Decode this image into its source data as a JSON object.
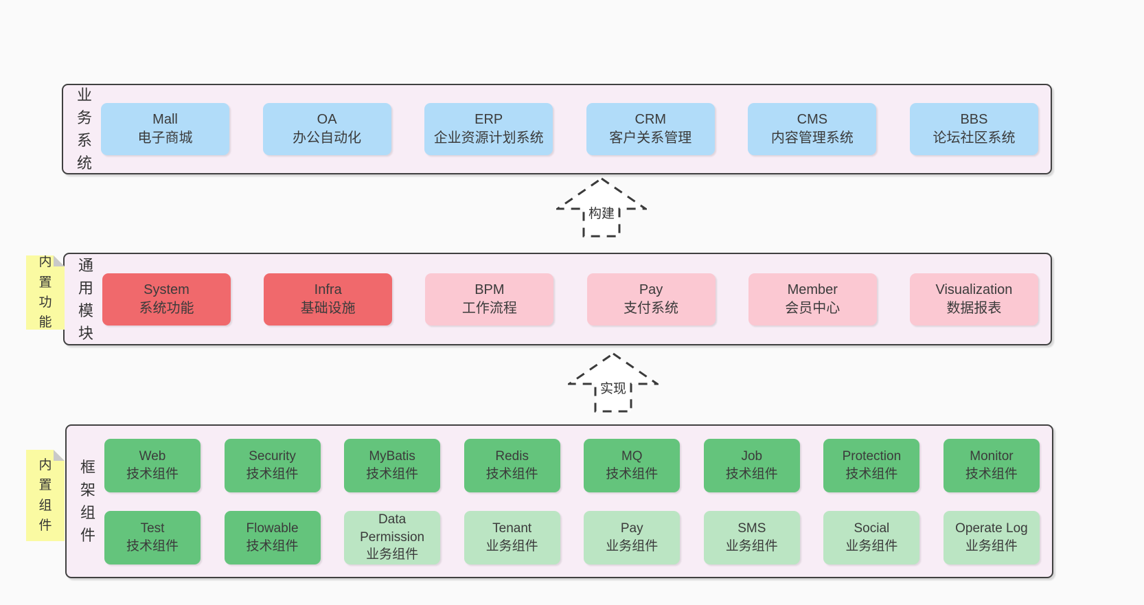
{
  "diagram": {
    "background": "#fafafa",
    "container_fill": "#f8edf6",
    "container_border": "#404040",
    "text_color": "#3b3b3b",
    "palette": {
      "blue": "#b1dcf9",
      "red": "#f0696c",
      "pink": "#fbc8d2",
      "green": "#64c47c",
      "lightgreen": "#bbe5c3",
      "note_yellow": "#fafaa2",
      "note_fold_gray": "#c9c9c9"
    },
    "arrows": [
      {
        "label": "构建"
      },
      {
        "label": "实现"
      }
    ],
    "bands": [
      {
        "label": "业务系统",
        "boxes": [
          {
            "name": "Mall",
            "desc": "电子商城",
            "variant": "blue"
          },
          {
            "name": "OA",
            "desc": "办公自动化",
            "variant": "blue"
          },
          {
            "name": "ERP",
            "desc": "企业资源计划系统",
            "variant": "blue"
          },
          {
            "name": "CRM",
            "desc": "客户关系管理",
            "variant": "blue"
          },
          {
            "name": "CMS",
            "desc": "内容管理系统",
            "variant": "blue"
          },
          {
            "name": "BBS",
            "desc": "论坛社区系统",
            "variant": "blue"
          }
        ]
      },
      {
        "label": "通用模块",
        "note": "内置功能",
        "boxes": [
          {
            "name": "System",
            "desc": "系统功能",
            "variant": "red"
          },
          {
            "name": "Infra",
            "desc": "基础设施",
            "variant": "red"
          },
          {
            "name": "BPM",
            "desc": "工作流程",
            "variant": "pink"
          },
          {
            "name": "Pay",
            "desc": "支付系统",
            "variant": "pink"
          },
          {
            "name": "Member",
            "desc": "会员中心",
            "variant": "pink"
          },
          {
            "name": "Visualization",
            "desc": "数据报表",
            "variant": "pink"
          }
        ]
      },
      {
        "label": "框架组件",
        "note": "内置组件",
        "rows": [
          [
            {
              "name": "Web",
              "desc": "技术组件",
              "variant": "green"
            },
            {
              "name": "Security",
              "desc": "技术组件",
              "variant": "green"
            },
            {
              "name": "MyBatis",
              "desc": "技术组件",
              "variant": "green"
            },
            {
              "name": "Redis",
              "desc": "技术组件",
              "variant": "green"
            },
            {
              "name": "MQ",
              "desc": "技术组件",
              "variant": "green"
            },
            {
              "name": "Job",
              "desc": "技术组件",
              "variant": "green"
            },
            {
              "name": "Protection",
              "desc": "技术组件",
              "variant": "green"
            },
            {
              "name": "Monitor",
              "desc": "技术组件",
              "variant": "green"
            }
          ],
          [
            {
              "name": "Test",
              "desc": "技术组件",
              "variant": "green"
            },
            {
              "name": "Flowable",
              "desc": "技术组件",
              "variant": "green"
            },
            {
              "name": "Data Permission",
              "desc": "业务组件",
              "variant": "lightgreen"
            },
            {
              "name": "Tenant",
              "desc": "业务组件",
              "variant": "lightgreen"
            },
            {
              "name": "Pay",
              "desc": "业务组件",
              "variant": "lightgreen"
            },
            {
              "name": "SMS",
              "desc": "业务组件",
              "variant": "lightgreen"
            },
            {
              "name": "Social",
              "desc": "业务组件",
              "variant": "lightgreen"
            },
            {
              "name": "Operate Log",
              "desc": "业务组件",
              "variant": "lightgreen"
            }
          ]
        ]
      }
    ]
  }
}
